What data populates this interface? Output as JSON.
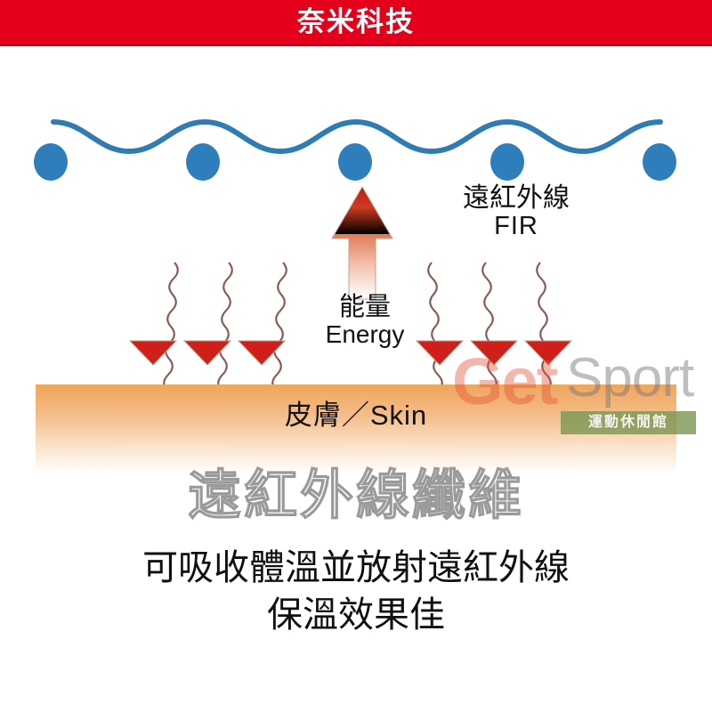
{
  "banner": {
    "title": "奈米科技",
    "bg_color": "#e4001b",
    "text_color": "#ffffff"
  },
  "diagram": {
    "fabric": {
      "wave_color": "#2f7cb5",
      "dot_color": "#2e7ebb",
      "dot_count": 5,
      "description": "nano-fiber surface wave with five fiber dots"
    },
    "fir_label": {
      "zh": "遠紅外線",
      "en": "FIR"
    },
    "energy_label": {
      "zh": "能量",
      "en": "Energy"
    },
    "energy_arrow": {
      "direction": "up",
      "color_top": "#c62016",
      "color_bottom": "#ffffff"
    },
    "ray_color": "#8a5a52",
    "ray_head_color": "#d01f18",
    "rays_left_count": 3,
    "rays_right_count": 3,
    "skin": {
      "label": "皮膚／Skin",
      "color_top": "#f0a65c",
      "color_bottom": "#ffffff"
    }
  },
  "headline": {
    "text": "遠紅外線纖維",
    "style": "outline",
    "stroke_color": "#9a9a9a"
  },
  "description": {
    "line1": "可吸收體溫並放射遠紅外線",
    "line2": "保溫效果佳"
  },
  "watermark": {
    "get": "Get",
    "sport": "Sport",
    "badge": "運動休閒館",
    "get_color": "#e2503c",
    "sport_color": "#787878",
    "badge_color": "#7a9654"
  }
}
